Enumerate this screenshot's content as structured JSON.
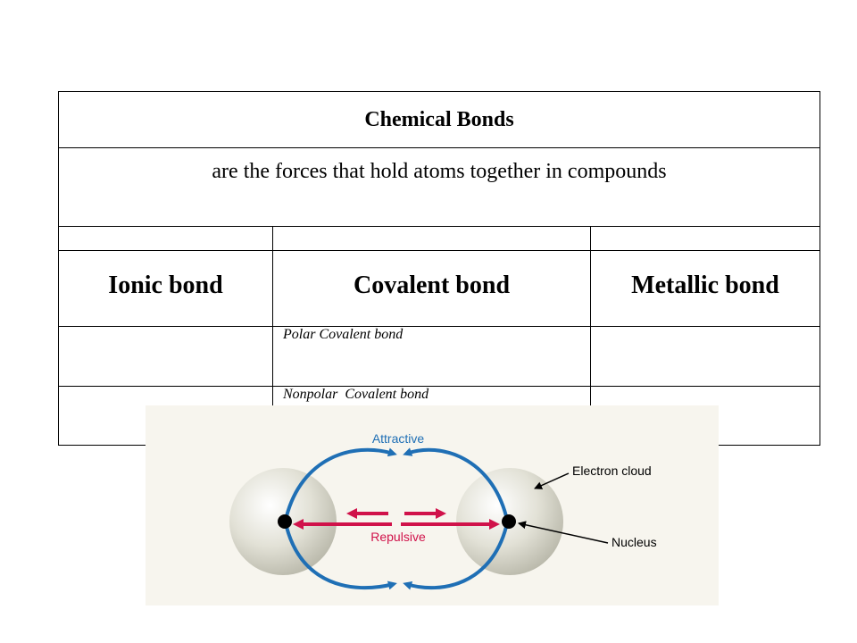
{
  "table": {
    "title": "Chemical Bonds",
    "definition": "are the forces that hold atoms together in compounds",
    "bond_types": [
      "Ionic bond",
      "Covalent bond",
      "Metallic bond"
    ],
    "covalent_subtypes": [
      "Polar Covalent bond",
      "Nonpolar  Covalent bond"
    ]
  },
  "diagram": {
    "attractive_label": "Attractive",
    "repulsive_label": "Repulsive",
    "electron_cloud_label": "Electron cloud",
    "nucleus_label": "Nucleus",
    "colors": {
      "attractive": "#1f6fb5",
      "repulsive": "#d0124a",
      "sphere": "#d6d5c8"
    }
  }
}
